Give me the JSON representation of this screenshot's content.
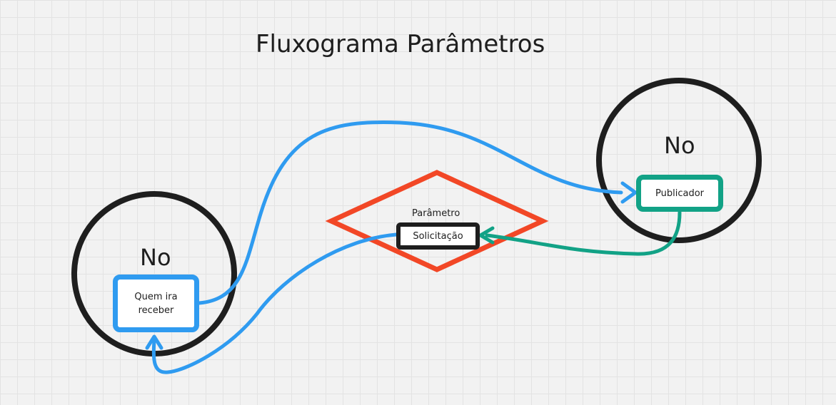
{
  "title": "Fluxograma Parâmetros",
  "nodes": {
    "left": {
      "label": "No",
      "box_text": "Quem ira receber"
    },
    "right": {
      "label": "No",
      "box_text": "Publicador"
    }
  },
  "parameter": {
    "label": "Parâmetro",
    "box_text": "Solicitação"
  },
  "colors": {
    "blue": "#2f9bf0",
    "green": "#12a286",
    "red": "#f24726",
    "black": "#1e1e1e"
  }
}
